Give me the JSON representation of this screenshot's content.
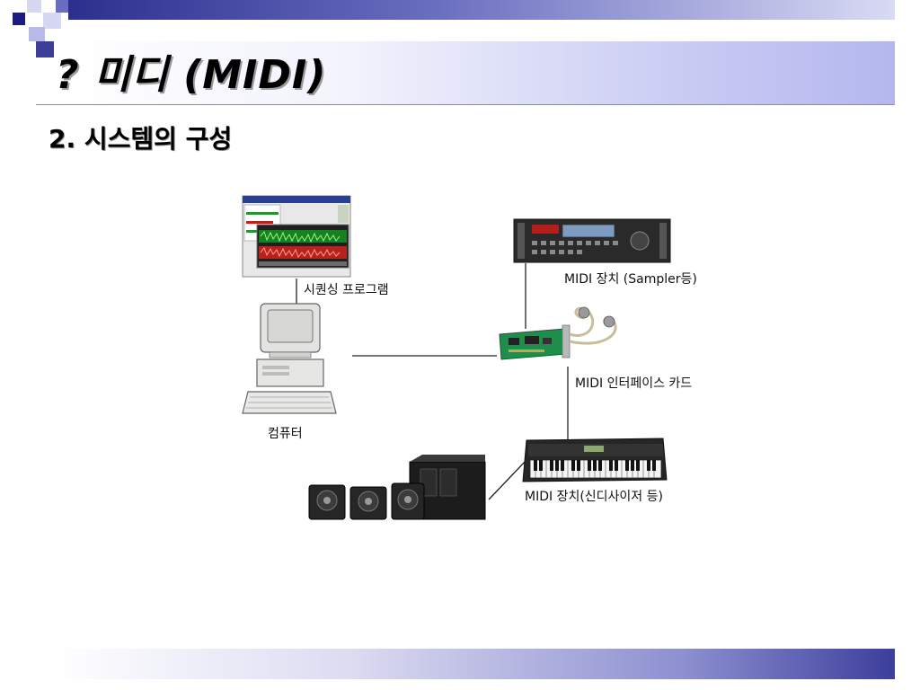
{
  "slide": {
    "title": "? 미디 (MIDI)",
    "subtitle": "2. 시스템의 구성"
  },
  "diagram": {
    "labels": {
      "sequencing_program": "시퀀싱 프로그램",
      "computer": "컴퓨터",
      "sampler": "MIDI 장치 (Sampler등)",
      "interface_card": "MIDI 인터페이스 카드",
      "synthesizer": "MIDI 장치(신디사이저 등)"
    }
  },
  "colors": {
    "accent_dark": "#2d2f8e",
    "accent_light": "#b4b7ee"
  }
}
